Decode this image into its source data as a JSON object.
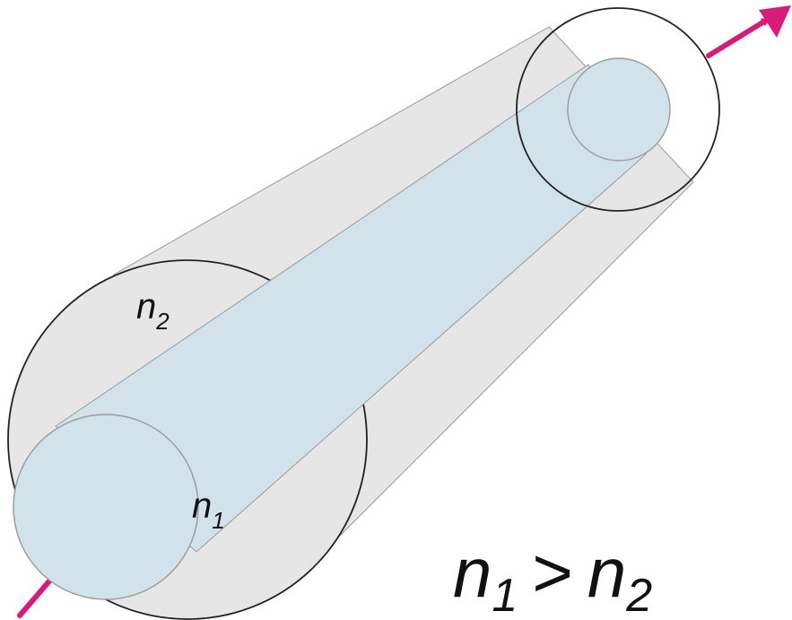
{
  "labels": {
    "cladding": {
      "base": "n",
      "sub": "2"
    },
    "core": {
      "base": "n",
      "sub": "1"
    }
  },
  "condition": {
    "left": {
      "base": "n",
      "sub": "1"
    },
    "operator": ">",
    "right": {
      "base": "n",
      "sub": "2"
    }
  },
  "colors": {
    "cladding": "#e6e6e6",
    "core": "#d2e2ea",
    "outline": "#222222",
    "thin_outline": "#9a9a9a",
    "ray": "#d81b7a"
  }
}
